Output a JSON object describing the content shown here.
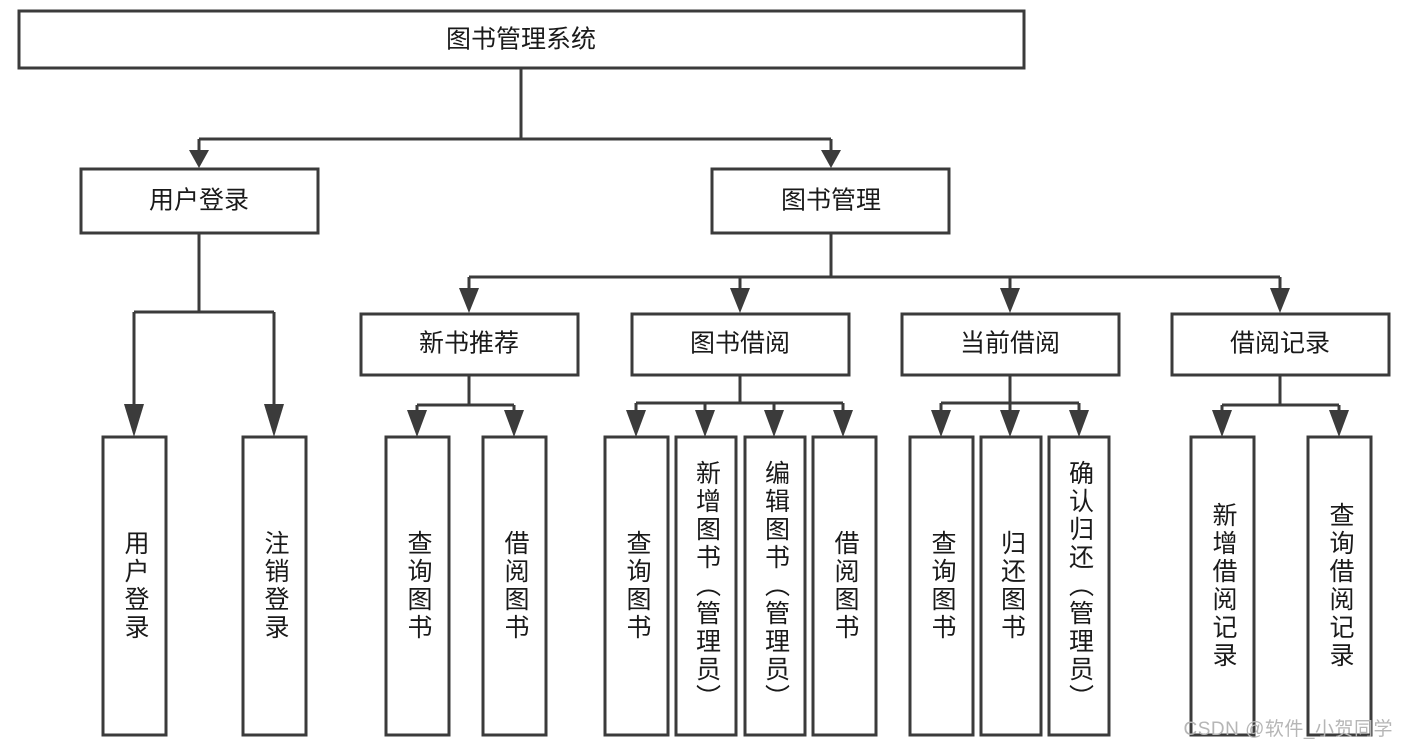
{
  "diagram": {
    "type": "tree",
    "title": "图书管理系统",
    "watermark": "CSDN @软件_小贺同学",
    "levels": {
      "root": {
        "label": "图书管理系统"
      },
      "level2": [
        {
          "id": "user-login",
          "label": "用户登录"
        },
        {
          "id": "book-management",
          "label": "图书管理"
        }
      ],
      "level3": [
        {
          "id": "new-book-recommend",
          "label": "新书推荐",
          "parent": "book-management"
        },
        {
          "id": "book-borrow",
          "label": "图书借阅",
          "parent": "book-management"
        },
        {
          "id": "current-borrow",
          "label": "当前借阅",
          "parent": "book-management"
        },
        {
          "id": "borrow-record",
          "label": "借阅记录",
          "parent": "book-management"
        }
      ],
      "leaves": [
        {
          "id": "leaf-user-login",
          "label": "用户登录",
          "parent": "user-login"
        },
        {
          "id": "leaf-logout-login",
          "label": "注销登录",
          "parent": "user-login"
        },
        {
          "id": "leaf-query-book-1",
          "label": "查询图书",
          "parent": "new-book-recommend"
        },
        {
          "id": "leaf-borrow-book-1",
          "label": "借阅图书",
          "parent": "new-book-recommend"
        },
        {
          "id": "leaf-query-book-2",
          "label": "查询图书",
          "parent": "book-borrow"
        },
        {
          "id": "leaf-add-book",
          "label": "新增图书（管理员）",
          "parent": "book-borrow"
        },
        {
          "id": "leaf-edit-book",
          "label": "编辑图书（管理员）",
          "parent": "book-borrow"
        },
        {
          "id": "leaf-borrow-book-2",
          "label": "借阅图书",
          "parent": "book-borrow"
        },
        {
          "id": "leaf-query-book-3",
          "label": "查询图书",
          "parent": "current-borrow"
        },
        {
          "id": "leaf-return-book",
          "label": "归还图书",
          "parent": "current-borrow"
        },
        {
          "id": "leaf-confirm-return",
          "label": "确认归还（管理员）",
          "parent": "current-borrow"
        },
        {
          "id": "leaf-add-record",
          "label": "新增借阅记录",
          "parent": "borrow-record"
        },
        {
          "id": "leaf-query-record",
          "label": "查询借阅记录",
          "parent": "borrow-record"
        }
      ]
    },
    "colors": {
      "stroke": "#3b3b3b",
      "fill": "#ffffff",
      "text": "#1a1a1a",
      "watermark": "#b6b6b6"
    }
  }
}
